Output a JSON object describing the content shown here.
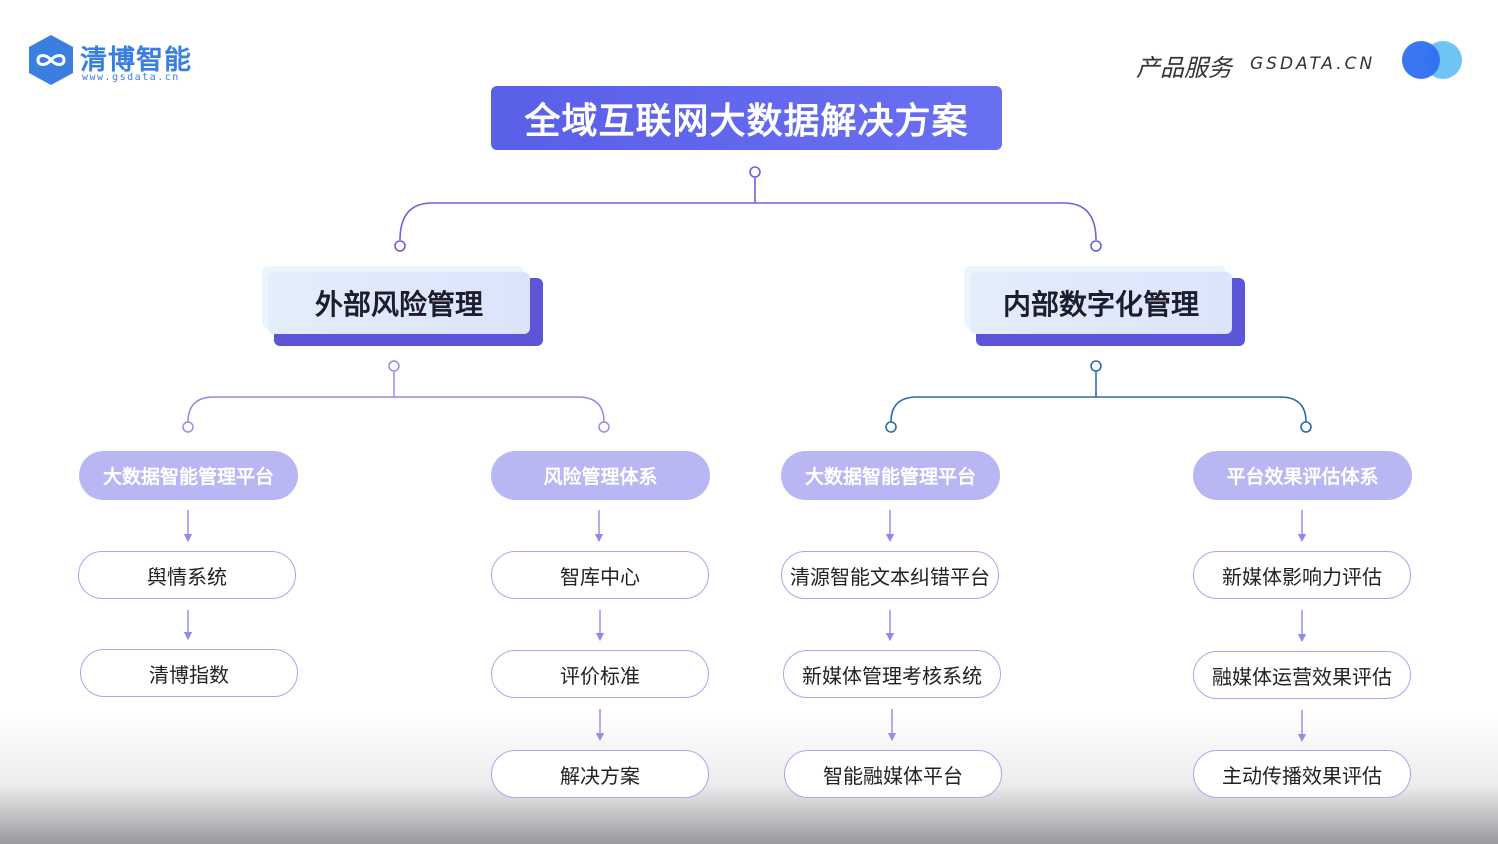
{
  "brand": {
    "name": "清博智能",
    "url": "www.gsdata.cn",
    "service_label": "产品服务",
    "service_url": "GSDATA.CN",
    "colors": {
      "primary": "#5a5fe8",
      "logo": "#3a7fe0",
      "accent_light": "#b9b7f3"
    }
  },
  "diagram": {
    "title": "全域互联网大数据解决方案",
    "branches": [
      {
        "label": "外部风险管理",
        "groups": [
          {
            "head": "大数据智能管理平台",
            "items": [
              "舆情系统",
              "清博指数"
            ]
          },
          {
            "head": "风险管理体系",
            "items": [
              "智库中心",
              "评价标准",
              "解决方案"
            ]
          }
        ]
      },
      {
        "label": "内部数字化管理",
        "groups": [
          {
            "head": "大数据智能管理平台",
            "items": [
              "清源智能文本纠错平台",
              "新媒体管理考核系统",
              "智能融媒体平台"
            ]
          },
          {
            "head": "平台效果评估体系",
            "items": [
              "新媒体影响力评估",
              "融媒体运营效果评估",
              "主动传播效果评估"
            ]
          }
        ]
      }
    ]
  }
}
